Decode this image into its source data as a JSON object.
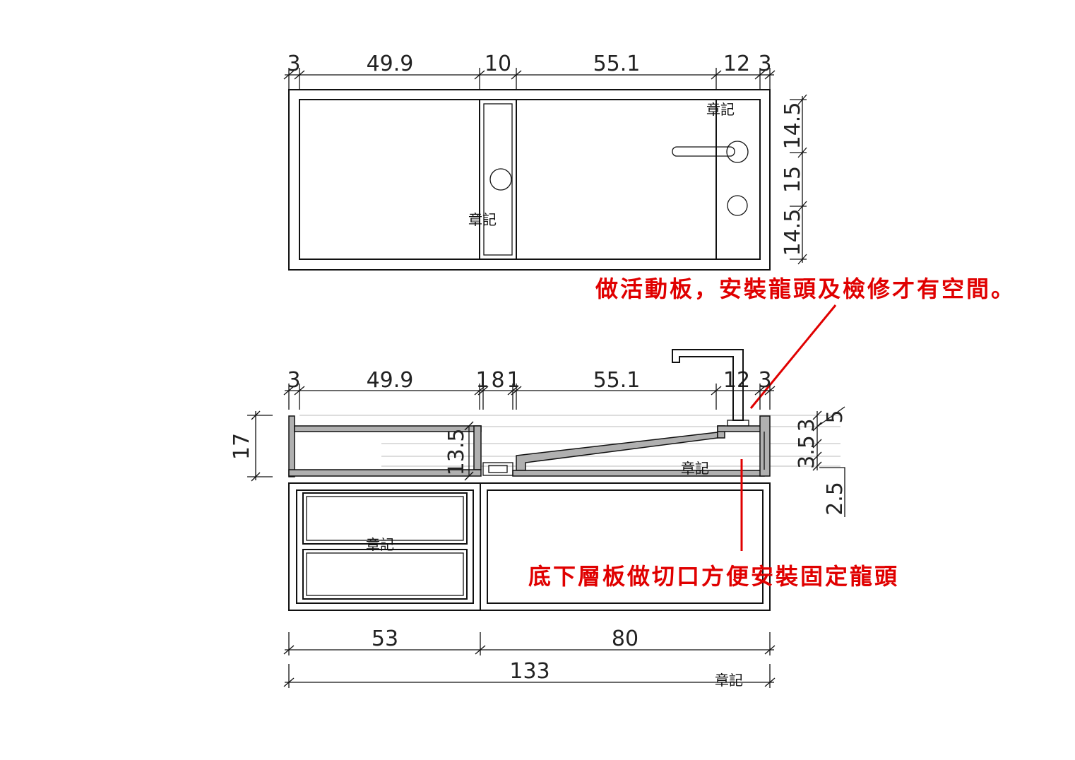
{
  "plan_view": {
    "top_dims": [
      "3",
      "49.9",
      "10",
      "55.1",
      "12",
      "3"
    ],
    "right_dims": [
      "14.5",
      "15",
      "14.5"
    ]
  },
  "section_view": {
    "top_dims": [
      "3",
      "49.9",
      "1",
      "8",
      "1",
      "55.1",
      "12",
      "3"
    ],
    "left_dim": "17",
    "inner_dim": "13.5",
    "right_dims": [
      "5",
      "3",
      "3.5",
      "2.5"
    ]
  },
  "bottom_dims": {
    "left": "53",
    "right": "80",
    "total": "133"
  },
  "stamps": [
    "章記",
    "章記",
    "章記",
    "章記",
    "章記"
  ],
  "notes": {
    "top": "做活動板，安裝龍頭及檢修才有空間。",
    "bottom": "底下層板做切口方便安裝固定龍頭"
  },
  "colors": {
    "note": "#e00000",
    "line": "#111111",
    "hatch": "#b0b0b0"
  }
}
